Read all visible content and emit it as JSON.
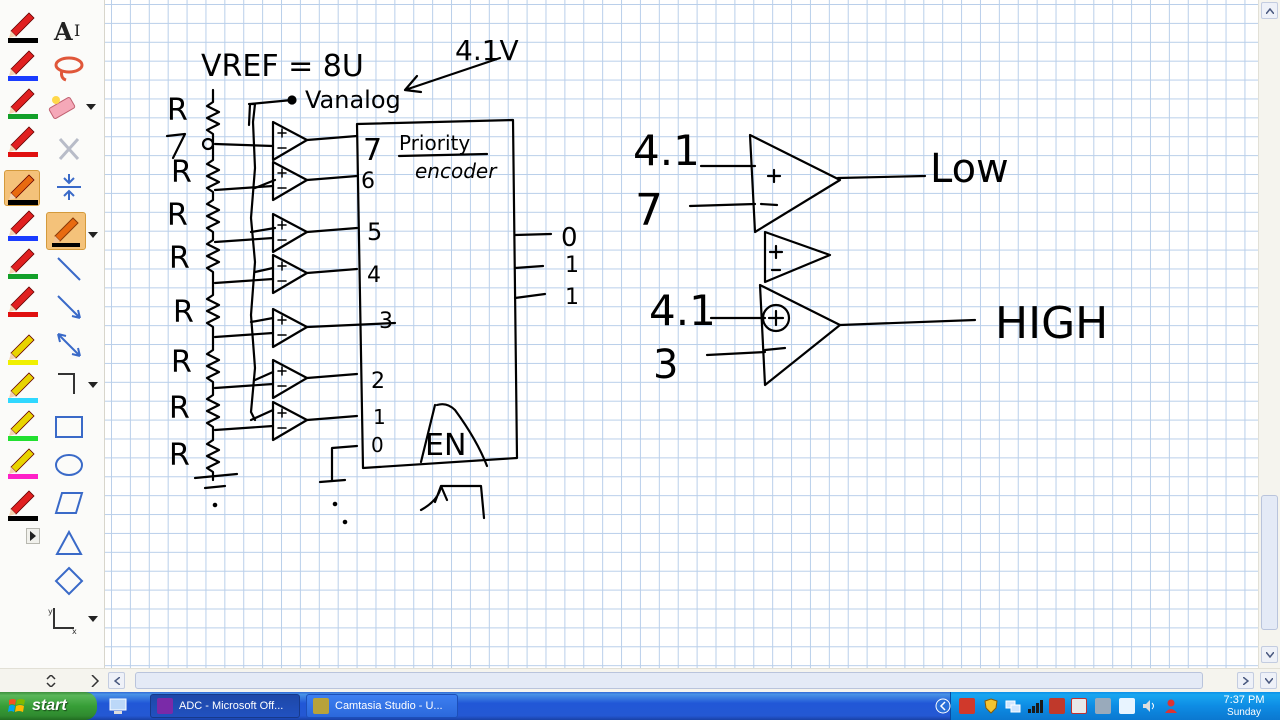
{
  "toolbar": {
    "pens": [
      {
        "name": "red-pen",
        "color": "#e02020",
        "swatch": "#000000"
      },
      {
        "name": "red-pen",
        "color": "#e02020",
        "swatch": "#1a3cff"
      },
      {
        "name": "red-pen",
        "color": "#e02020",
        "swatch": "#12a02a"
      },
      {
        "name": "red-pen",
        "color": "#e02020",
        "swatch": "#e01010"
      },
      {
        "name": "orange-pen",
        "color": "#e86a10",
        "swatch": "#000000",
        "selected": true
      },
      {
        "name": "red-pen",
        "color": "#e02020",
        "swatch": "#1a3cff"
      },
      {
        "name": "red-pen",
        "color": "#e02020",
        "swatch": "#12a02a"
      },
      {
        "name": "red-pen",
        "color": "#e02020",
        "swatch": "#e01010"
      },
      {
        "name": "yellow-highlighter",
        "color": "#e8d400",
        "swatch": "#f0f000"
      },
      {
        "name": "yellow-highlighter",
        "color": "#e8d400",
        "swatch": "#30d8ff"
      },
      {
        "name": "yellow-highlighter",
        "color": "#e8d400",
        "swatch": "#22e030"
      },
      {
        "name": "yellow-highlighter",
        "color": "#e8d400",
        "swatch": "#ff20c8"
      },
      {
        "name": "red-pen",
        "color": "#e02020",
        "swatch": "#000000"
      }
    ],
    "tools": [
      "text-tool-icon",
      "lasso-icon",
      "eraser-icon",
      "delete-icon",
      "insert-space-icon",
      "current-pen-icon",
      "line-icon",
      "arrow-icon",
      "double-arrow-icon",
      "connector-icon",
      "rectangle-icon",
      "ellipse-icon",
      "parallelogram-icon",
      "triangle-icon",
      "diamond-icon",
      "axes-icon"
    ]
  },
  "ink": {
    "vref": "VREF = 8U",
    "voltage_note": "4.1V",
    "vanalog": "Vanalog",
    "encoder_title": "Priority",
    "encoder_sub": "encoder",
    "encoder_inputs": [
      "7",
      "6",
      "5",
      "4",
      "3",
      "2",
      "1",
      "0"
    ],
    "outputs": [
      "0",
      "1",
      "1"
    ],
    "enable": "EN",
    "resistor_labels": [
      "R",
      "R",
      "R",
      "R",
      "R",
      "R",
      "R",
      "R"
    ],
    "comp_top_inputs": [
      "4.1",
      "7"
    ],
    "comp_top_result": "Low",
    "comp_bottom_inputs": [
      "4.1",
      "3"
    ],
    "comp_bottom_result": "HIGH"
  },
  "taskbar": {
    "start_label": "start",
    "windows": [
      {
        "label": "ADC - Microsoft Off...",
        "active": true,
        "icon_color": "#7a2aa8"
      },
      {
        "label": "Camtasia Studio - U...",
        "active": false,
        "icon_color": "#b8a23a"
      }
    ],
    "clock": "7:37 PM",
    "day": "Sunday"
  },
  "colors": {
    "grid": "#b9cfea",
    "ink": "#000000",
    "taskbar": "#2458d3",
    "start": "#379e37",
    "tray": "#0e8ce4"
  }
}
